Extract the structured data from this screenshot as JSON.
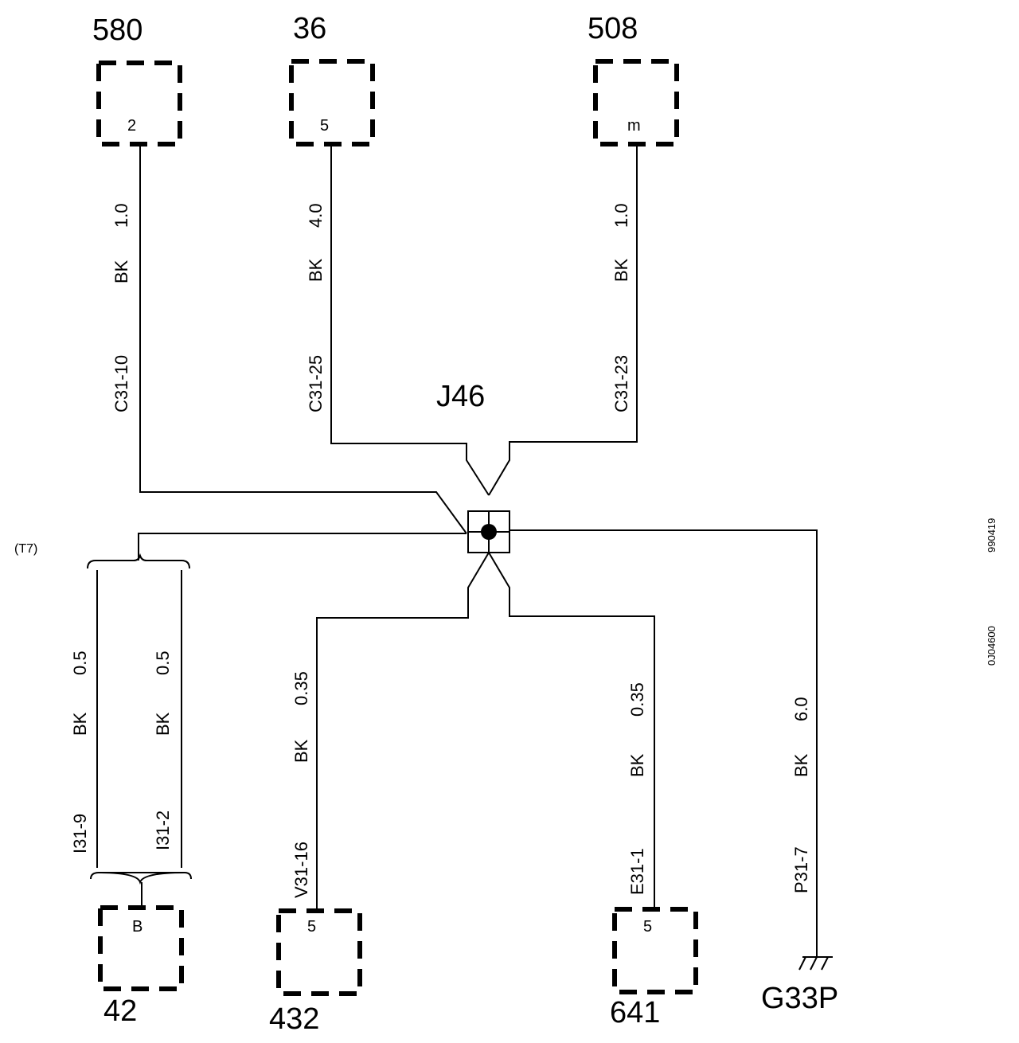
{
  "components": [
    {
      "id": "580",
      "pin": "2"
    },
    {
      "id": "36",
      "pin": "5"
    },
    {
      "id": "508",
      "pin": "m"
    },
    {
      "id": "42",
      "pin": "B"
    },
    {
      "id": "432",
      "pin": "5"
    },
    {
      "id": "641",
      "pin": "5"
    }
  ],
  "splice": "J46",
  "ground": "G33P",
  "wires": [
    {
      "gauge": "1.0",
      "color": "BK",
      "conn": "C31-10"
    },
    {
      "gauge": "4.0",
      "color": "BK",
      "conn": "C31-25"
    },
    {
      "gauge": "1.0",
      "color": "BK",
      "conn": "C31-23"
    },
    {
      "gauge": "0.5",
      "color": "BK",
      "conn": "I31-9"
    },
    {
      "gauge": "0.5",
      "color": "BK",
      "conn": "I31-2"
    },
    {
      "gauge": "0.35",
      "color": "BK",
      "conn": "V31-16"
    },
    {
      "gauge": "0.35",
      "color": "BK",
      "conn": "E31-1"
    },
    {
      "gauge": "6.0",
      "color": "BK",
      "conn": "P31-7"
    }
  ],
  "twisted_pair": "(T7)",
  "side_codes": [
    "990419",
    "0J04600"
  ]
}
